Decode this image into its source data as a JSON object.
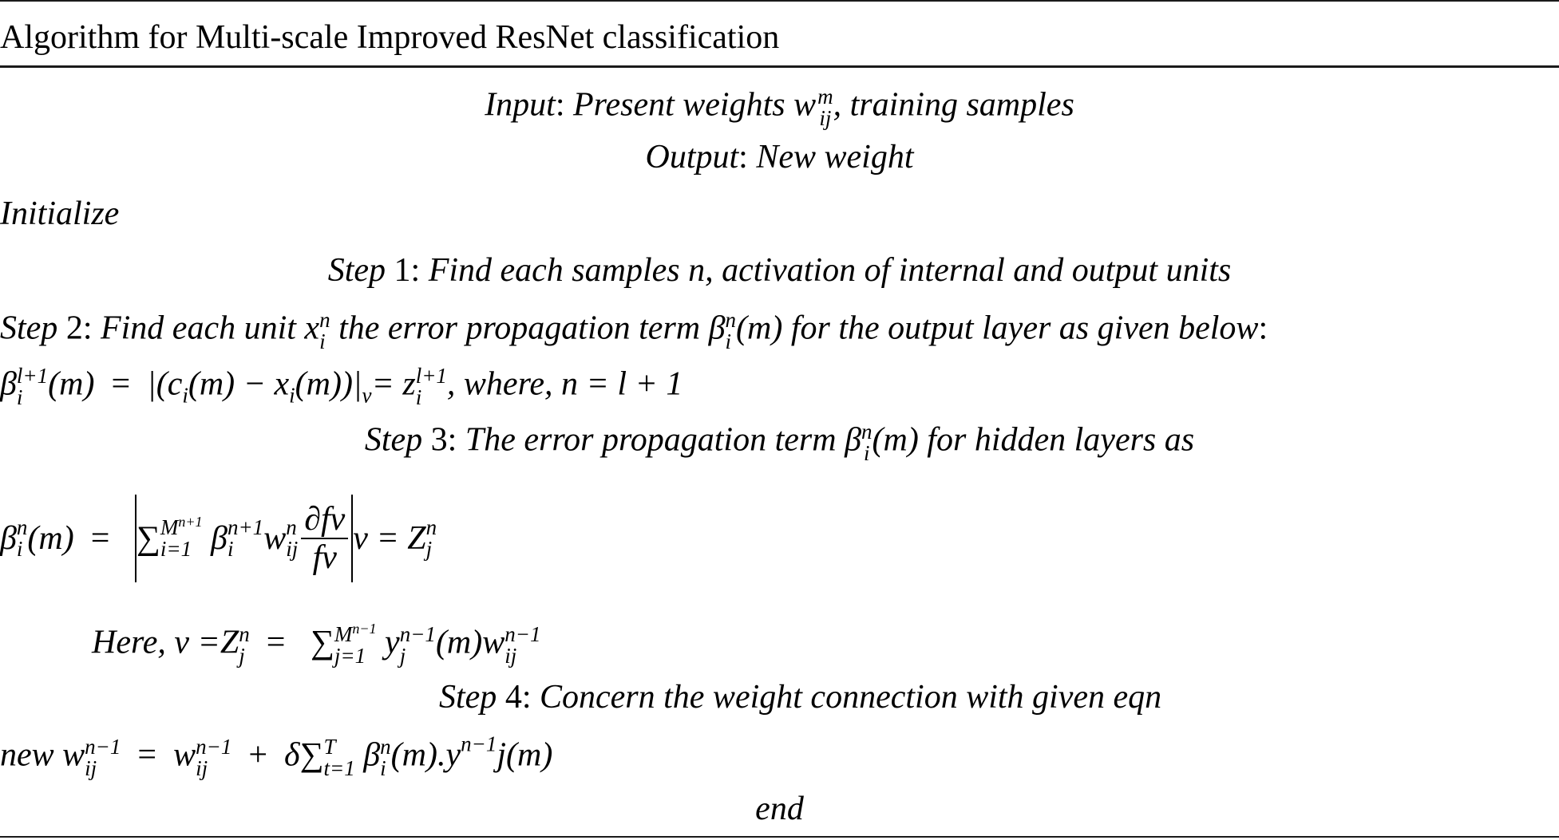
{
  "title": "Algorithm for Multi-scale Improved ResNet classification",
  "input": {
    "label": "Input",
    "text": "Present weights w",
    "sup": "m",
    "sub": "ij",
    "tail": ",  training samples"
  },
  "output": {
    "label": "Output",
    "text": "New weight"
  },
  "initialize": "Initialize",
  "step1": {
    "label": "Step",
    "num": "1",
    "text": "Find each samples n,  activation of  internal and output units"
  },
  "step2": {
    "label": "Step",
    "num": "2",
    "text_a": "Find each unit x",
    "text_b": " the error propagation term β",
    "text_c": "(m) for the output layer as given below"
  },
  "eq1": {
    "lhs": "β",
    "lhs_sup": "l+1",
    "lhs_sub": "i",
    "arg": "(m)",
    "rhs_a": "|(c",
    "rhs_b": "(m) − x",
    "rhs_c": "(m))|",
    "rhs_v": "v",
    "rhs_d": "= z",
    "rhs_sup": "l+1",
    "rhs_sub": "i",
    "where": ", where,  n = l + 1"
  },
  "step3": {
    "label": "Step",
    "num": "3",
    "text_a": "The error propagation term β",
    "text_b": "(m) for hidden layers as"
  },
  "eq2": {
    "lhs": "β",
    "sup": "n",
    "sub": "i",
    "arg": "(m)",
    "sum_top": "M",
    "sum_top_sup": "n+1",
    "sum_bot": "i=1",
    "term_a": "β",
    "term_a_sup": "n+1",
    "term_a_sub": "i",
    "term_b": "w",
    "term_b_sup": "n",
    "term_b_sub": "ij",
    "frac_num": "∂fv",
    "frac_den": "fv",
    "tail": "v = Z",
    "tail_sup": "n",
    "tail_sub": "j"
  },
  "eq3": {
    "here": "Here,  v =Z",
    "sup": "n",
    "sub": "j",
    "sum_top": "M",
    "sum_top_sup": "n−1",
    "sum_bot": "j=1",
    "y": "y",
    "y_sup": "n−1",
    "y_sub": "j",
    "arg": "(m)w",
    "w_sup": "n−1",
    "w_sub": "ij"
  },
  "step4": {
    "label": "Step",
    "num": "4",
    "text": "Concern the weight connection with given eqn"
  },
  "eq4": {
    "new": "new w",
    "sup1": "n−1",
    "sub1": "ij",
    "w": "w",
    "sup2": "n−1",
    "sub2": "ij",
    "delta": "δ",
    "sum_top": "T",
    "sum_bot": "t=1",
    "beta": "β",
    "beta_sup": "n",
    "beta_sub": "i",
    "rest": "(m).y",
    "rest_sup": "n−1",
    "rest_tail": "j(m)"
  },
  "end": "end"
}
